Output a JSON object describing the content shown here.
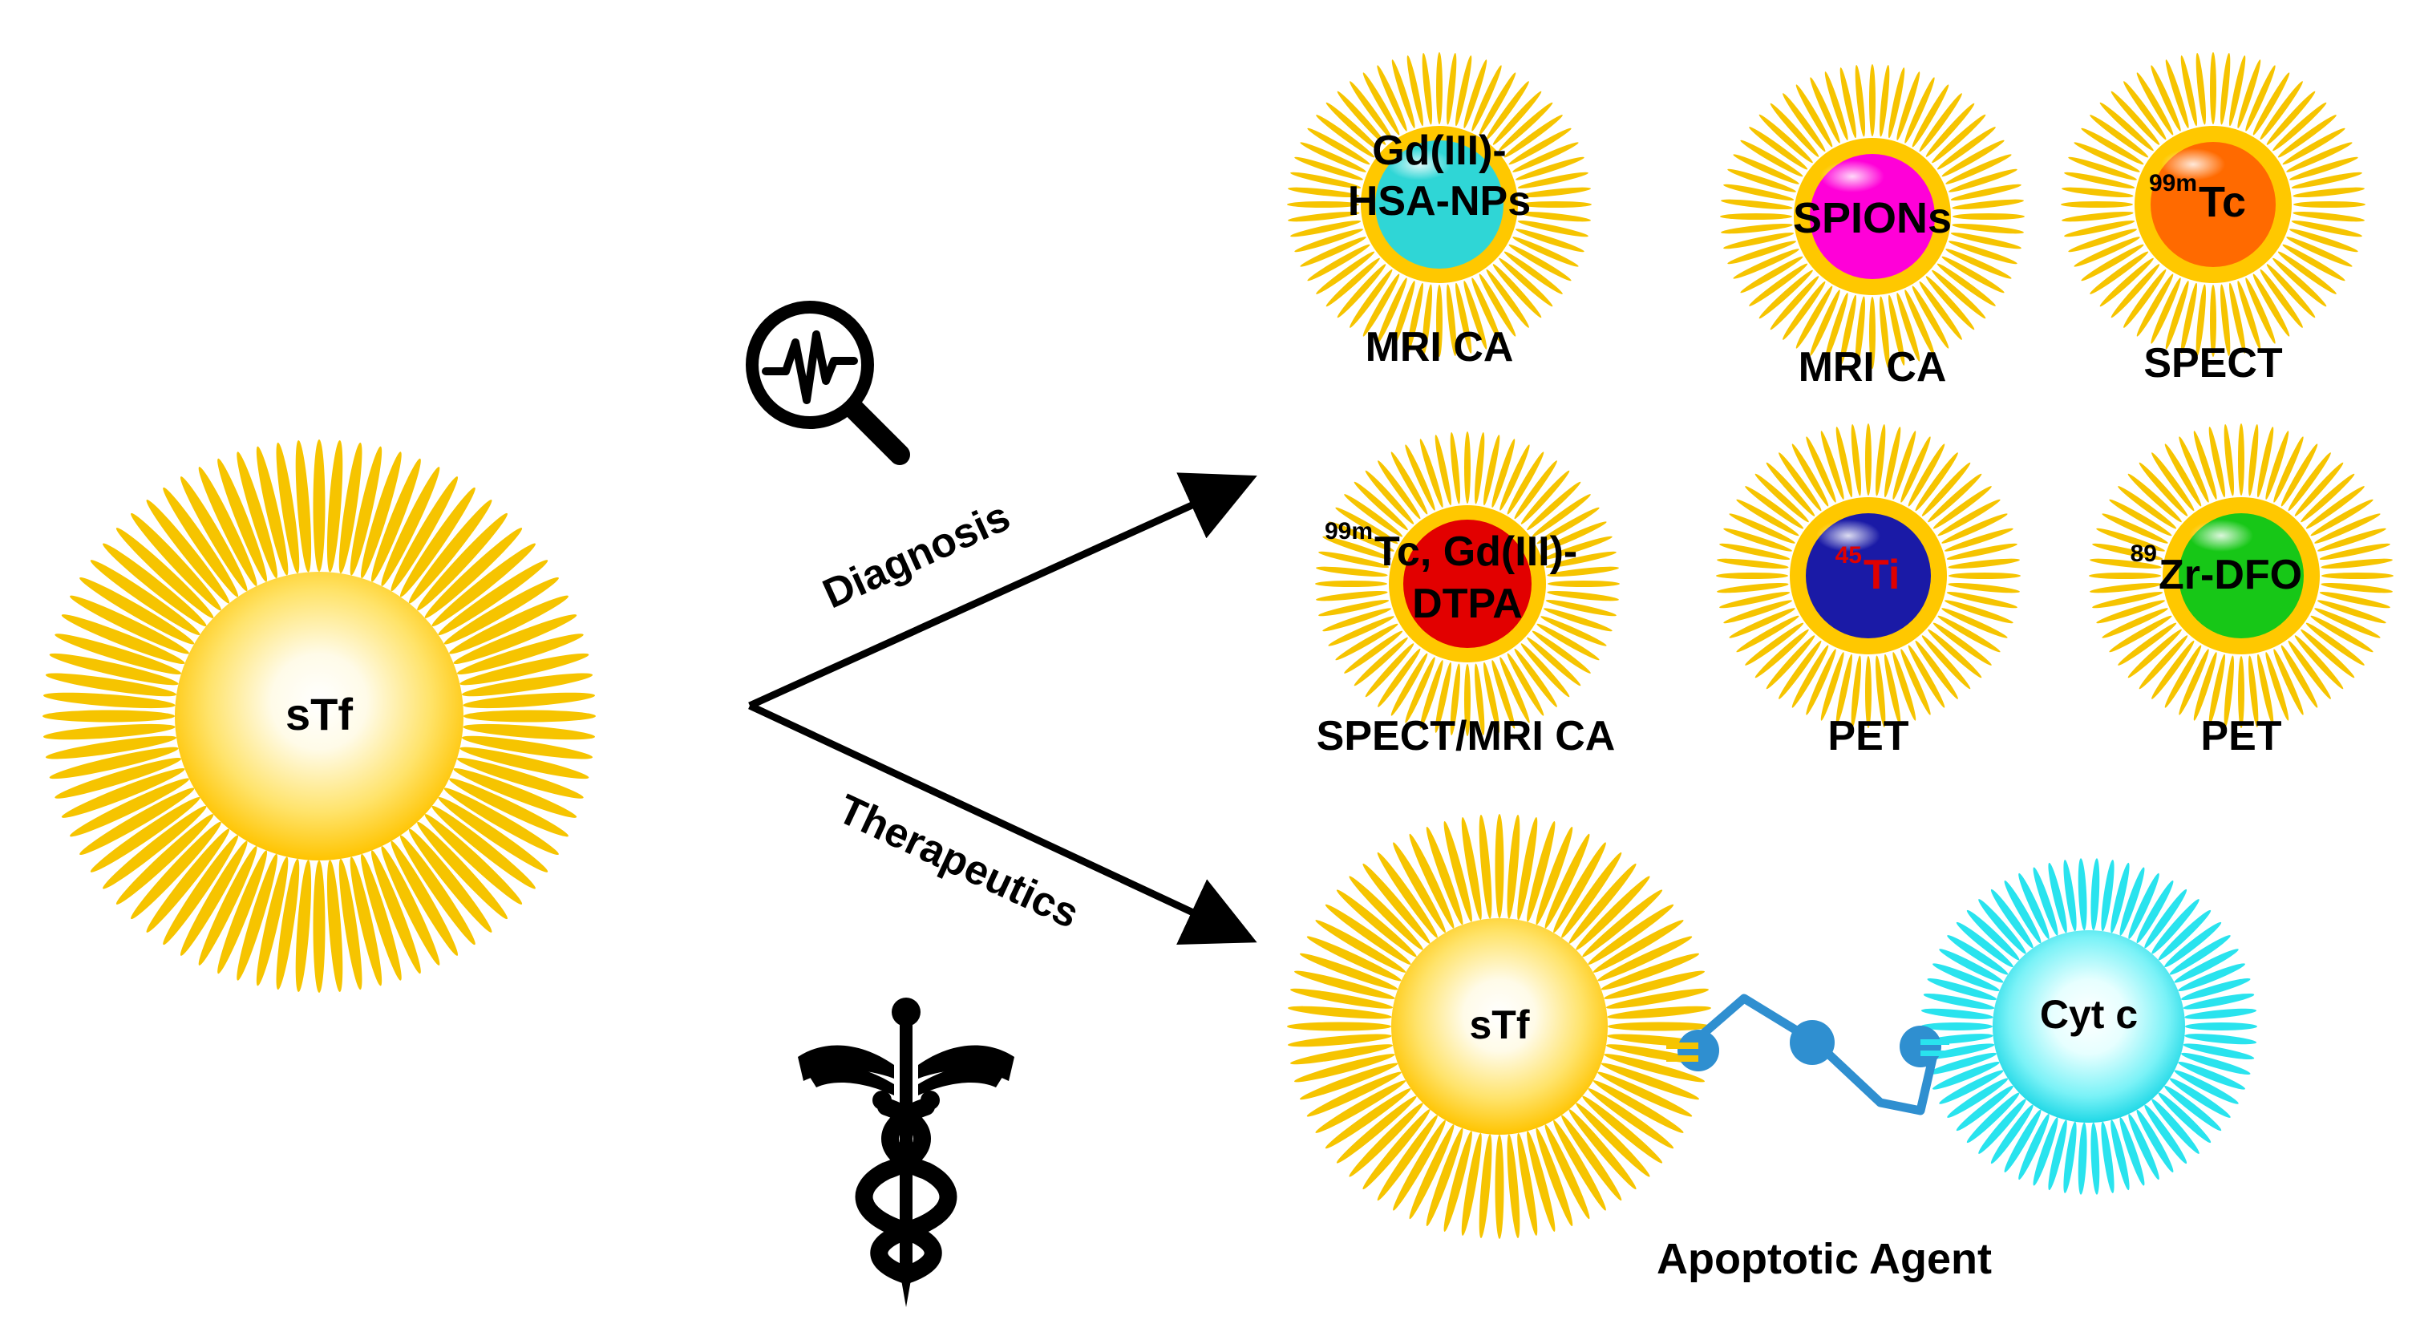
{
  "source": {
    "label": "sTf"
  },
  "arrows": {
    "diagnosis": "Diagnosis",
    "therapeutics": "Therapeutics"
  },
  "icons": {
    "diagnosis": "magnifier-waveform-icon",
    "therapeutics": "caduceus-icon"
  },
  "colors": {
    "ray": "#f6c400",
    "sphere_gold": "#ffc800",
    "link_blue": "#2f8fd0",
    "cyt_cyan": "#29e3ee",
    "cyan_core": "#2fd6d6",
    "magenta_core": "#ff00d8",
    "orange_core": "#ff6a00",
    "red_core": "#e20000",
    "blue_core": "#1a1aa6",
    "green_core": "#17c717",
    "ti_text": "#e00000"
  },
  "particles": [
    {
      "id": "gd-hsa",
      "core_color": "#2fd6d6",
      "label_lines": [
        "Gd(III)-",
        "HSA-NPs"
      ],
      "caption": "MRI CA"
    },
    {
      "id": "spions",
      "core_color": "#ff00d8",
      "label_lines": [
        "SPIONs"
      ],
      "caption": "MRI CA"
    },
    {
      "id": "tc99m",
      "core_color": "#ff6a00",
      "sup": "99m",
      "label": "Tc",
      "caption": "SPECT"
    },
    {
      "id": "tc-gd-dtpa",
      "core_color": "#e20000",
      "sup": "99m",
      "label": "Tc, Gd(III)-",
      "label_line2": "DTPA",
      "caption": "SPECT/MRI CA"
    },
    {
      "id": "ti45",
      "core_color": "#1a1aa6",
      "sup": "45",
      "label": "Ti",
      "caption": "PET"
    },
    {
      "id": "zr89",
      "core_color": "#17c717",
      "sup": "89",
      "label": "Zr-DFO",
      "caption": "PET"
    }
  ],
  "therapy": {
    "stf_label": "sTf",
    "cyt_label": "Cyt c",
    "caption": "Apoptotic Agent"
  }
}
